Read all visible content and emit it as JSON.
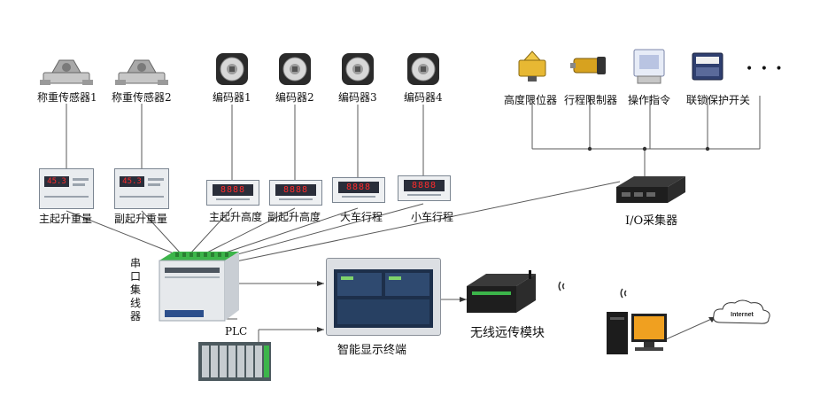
{
  "load_sensors": [
    {
      "label": "称重传感器1"
    },
    {
      "label": "称重传感器2"
    }
  ],
  "encoders": [
    {
      "label": "编码器1"
    },
    {
      "label": "编码器2"
    },
    {
      "label": "编码器3"
    },
    {
      "label": "编码器4"
    }
  ],
  "weight_displays": [
    {
      "label": "主起升重量",
      "readout": "45.3"
    },
    {
      "label": "副起升重量",
      "readout": "45.3"
    }
  ],
  "encoder_displays": [
    {
      "label": "主起升高度",
      "readout": "8888"
    },
    {
      "label": "副起升高度",
      "readout": "8888"
    },
    {
      "label": "大车行程",
      "readout": "8888"
    },
    {
      "label": "小车行程",
      "readout": "8888"
    }
  ],
  "io_devices": [
    {
      "label": "高度限位器"
    },
    {
      "label": "行程限制器"
    },
    {
      "label": "操作指令"
    },
    {
      "label": "联锁保护开关"
    }
  ],
  "io_more": "• • •",
  "io_collector": "I/O采集器",
  "serial_hub": "串口集线器",
  "plc": "PLC",
  "smart_terminal": "智能显示终端",
  "wireless_module": "无线远传模块",
  "internet": "Internet",
  "colors": {
    "line": "#5a5a5a",
    "display_panel": "#2a2e3a",
    "display_digits": "#ff2b2b",
    "hub_green": "#3cb54a",
    "terminal_screen": "#1d2f4a"
  }
}
